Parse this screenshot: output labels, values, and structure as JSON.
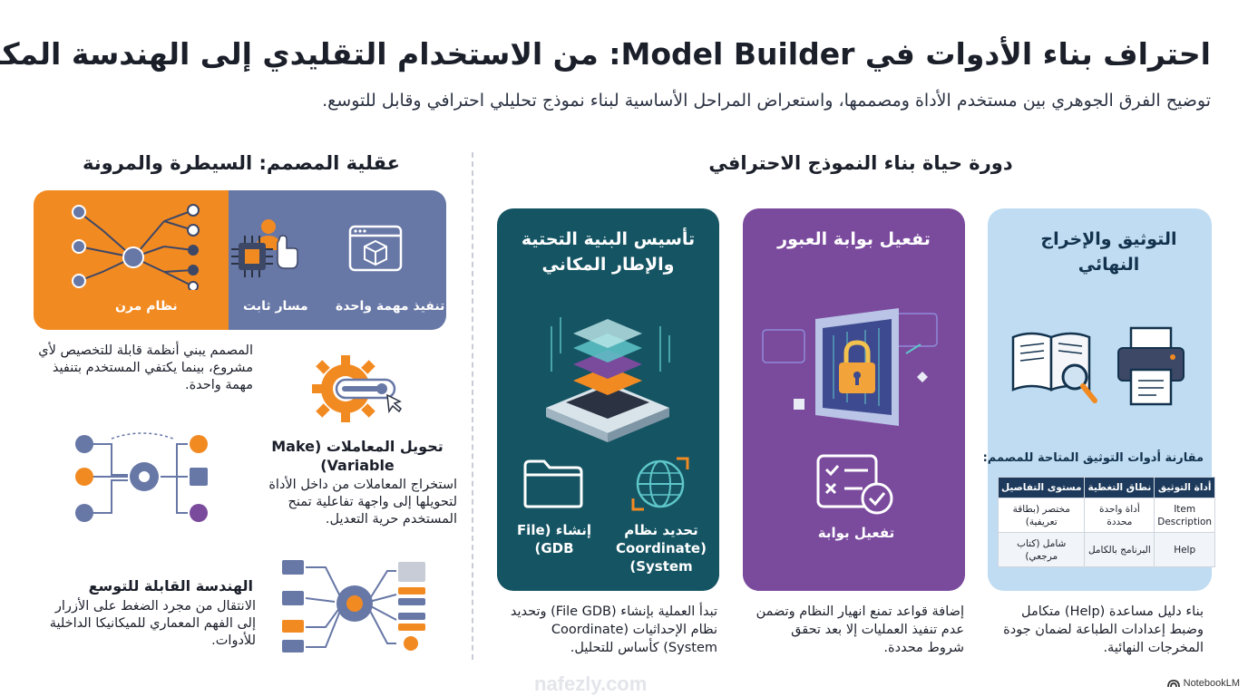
{
  "header": {
    "title": "احتراف بناء الأدوات في Model Builder: من الاستخدام التقليدي إلى الهندسة المكانية",
    "subtitle": "توضيح الفرق الجوهري بين مستخدم الأداة ومصممها، واستعراض المراحل الأساسية لبناء نموذج تحليلي احترافي وقابل للتوسع."
  },
  "left": {
    "heading": "عقلية المصمم: السيطرة والمرونة",
    "banner": {
      "fixed_path": "مسار ثابت",
      "single_task": "تنفيذ مهمة واحدة",
      "flexible_system": "نظام مرن"
    },
    "designer_desc": "المصمم يبني أنظمة قابلة للتخصيص لأي مشروع، بينما يكتفي المستخدم بتنفيذ مهمة واحدة.",
    "param": {
      "title": "تحويل المعاملات (Make Variable)",
      "desc": "استخراج المعاملات من داخل الأداة لتحويلها إلى واجهة تفاعلية تمنح المستخدم حرية التعديل."
    },
    "scale": {
      "title": "الهندسة القابلة للتوسع",
      "desc": "الانتقال من مجرد الضغط على الأزرار إلى الفهم المعماري للميكانيكا الداخلية للأدوات."
    }
  },
  "right": {
    "heading": "دورة حياة بناء النموذج الاحترافي",
    "cards": {
      "infra": {
        "title": "تأسيس البنية التحتية والإطار المكاني",
        "gdb_label": "إنشاء (File GDB)",
        "coord_label": "تحديد نظام (Coordinate System)",
        "desc": "تبدأ العملية بإنشاء (File GDB) وتحديد نظام الإحداثيات (Coordinate System) كأساس للتحليل."
      },
      "gate": {
        "title": "تفعيل بوابة العبور",
        "icon_label": "تفعيل بوابة",
        "desc": "إضافة قواعد تمنع انهيار النظام وتضمن عدم تنفيذ العمليات إلا بعد تحقق شروط محددة."
      },
      "doc": {
        "title": "التوثيق والإخراج النهائي",
        "table_title": "مقارنة أدوات التوثيق المتاحة للمصمم:",
        "table_headers": [
          "أداة التوثيق",
          "نطاق التغطية",
          "مستوى التفاصيل"
        ],
        "table_rows": [
          [
            "Item Description",
            "أداة واحدة محددة",
            "مختصر (بطاقة تعريفية)"
          ],
          [
            "Help",
            "البرنامج بالكامل",
            "شامل (كتاب مرجعي)"
          ]
        ],
        "desc": "بناء دليل مساعدة (Help) متكامل وضبط إعدادات الطباعة لضمان جودة المخرجات النهائية."
      }
    }
  },
  "footer": {
    "watermark": "nafezly.com",
    "brand": "NotebookLM"
  },
  "colors": {
    "infra_card": "#155463",
    "gate_card": "#7a4a9d",
    "doc_card": "#bfdcf2",
    "accent_orange": "#f28a22",
    "accent_blue": "#6777a6"
  }
}
